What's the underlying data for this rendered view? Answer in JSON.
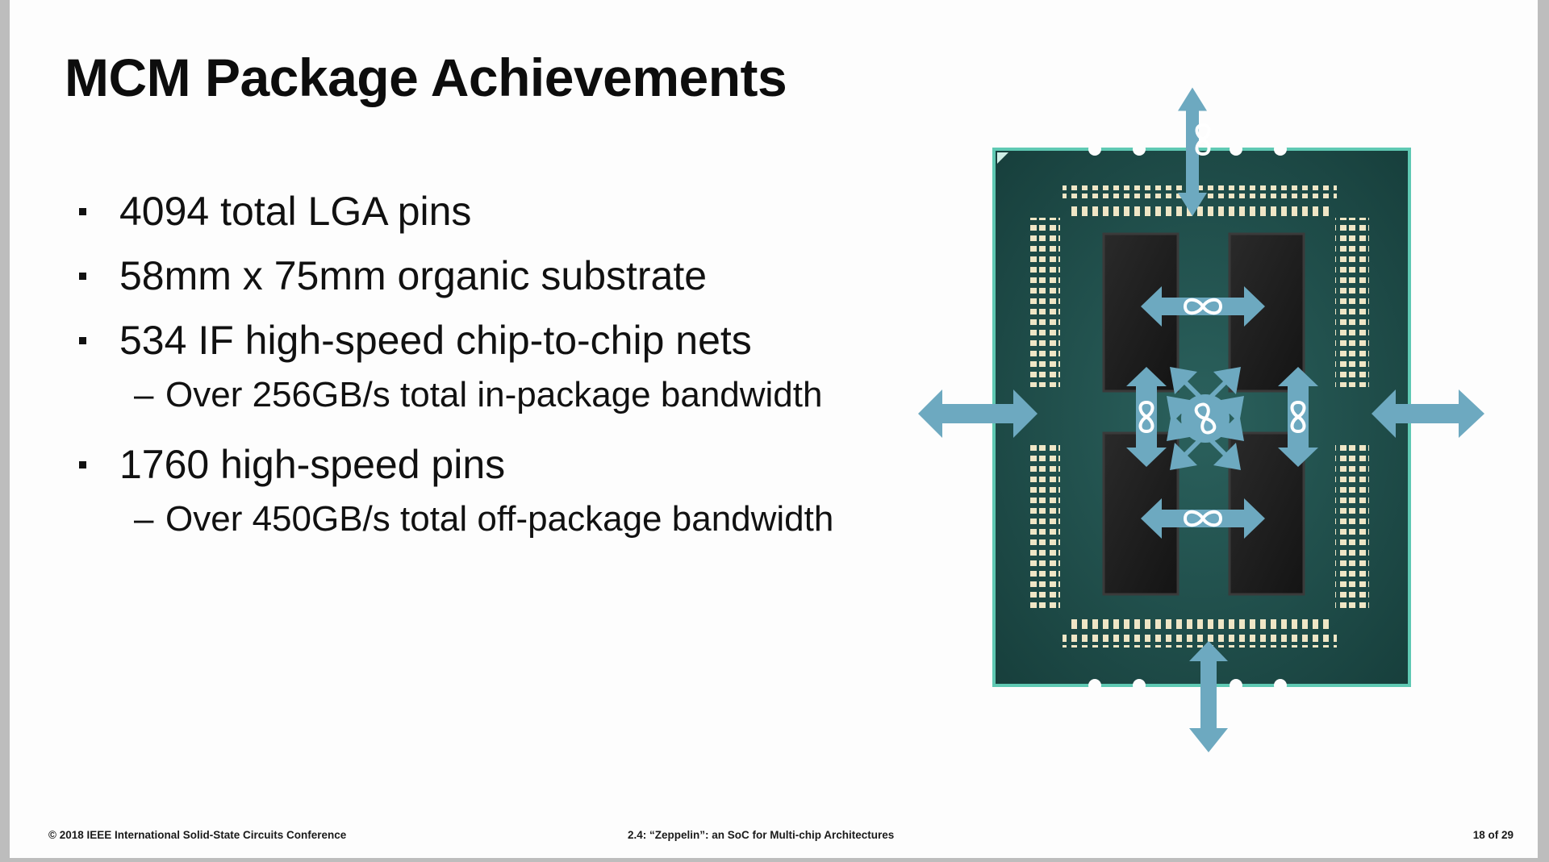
{
  "slide": {
    "title": "MCM Package Achievements",
    "bullets": [
      {
        "text": "4094 total LGA pins",
        "sub": []
      },
      {
        "text": "58mm x 75mm organic substrate",
        "sub": []
      },
      {
        "text": "534 IF high-speed chip-to-chip nets",
        "sub": [
          "Over 256GB/s total in-package bandwidth"
        ]
      },
      {
        "text": "1760 high-speed pins",
        "sub": [
          "Over 450GB/s total off-package bandwidth"
        ]
      }
    ],
    "sub_dash": "–"
  },
  "footer": {
    "left": "© 2018 IEEE International Solid-State Circuits Conference",
    "center": "2.4: “Zeppelin”: an SoC for Multi-chip Architectures",
    "right": "18 of 29"
  },
  "colors": {
    "substrate": "#1d4d4a",
    "substrate_border": "#5fc9b3",
    "die": "#1e1e1e",
    "arrow": "#6da9c0",
    "pad": "#efe6c6"
  },
  "icons": [
    "infinity-fabric-icon",
    "bidirectional-arrow-icon"
  ]
}
